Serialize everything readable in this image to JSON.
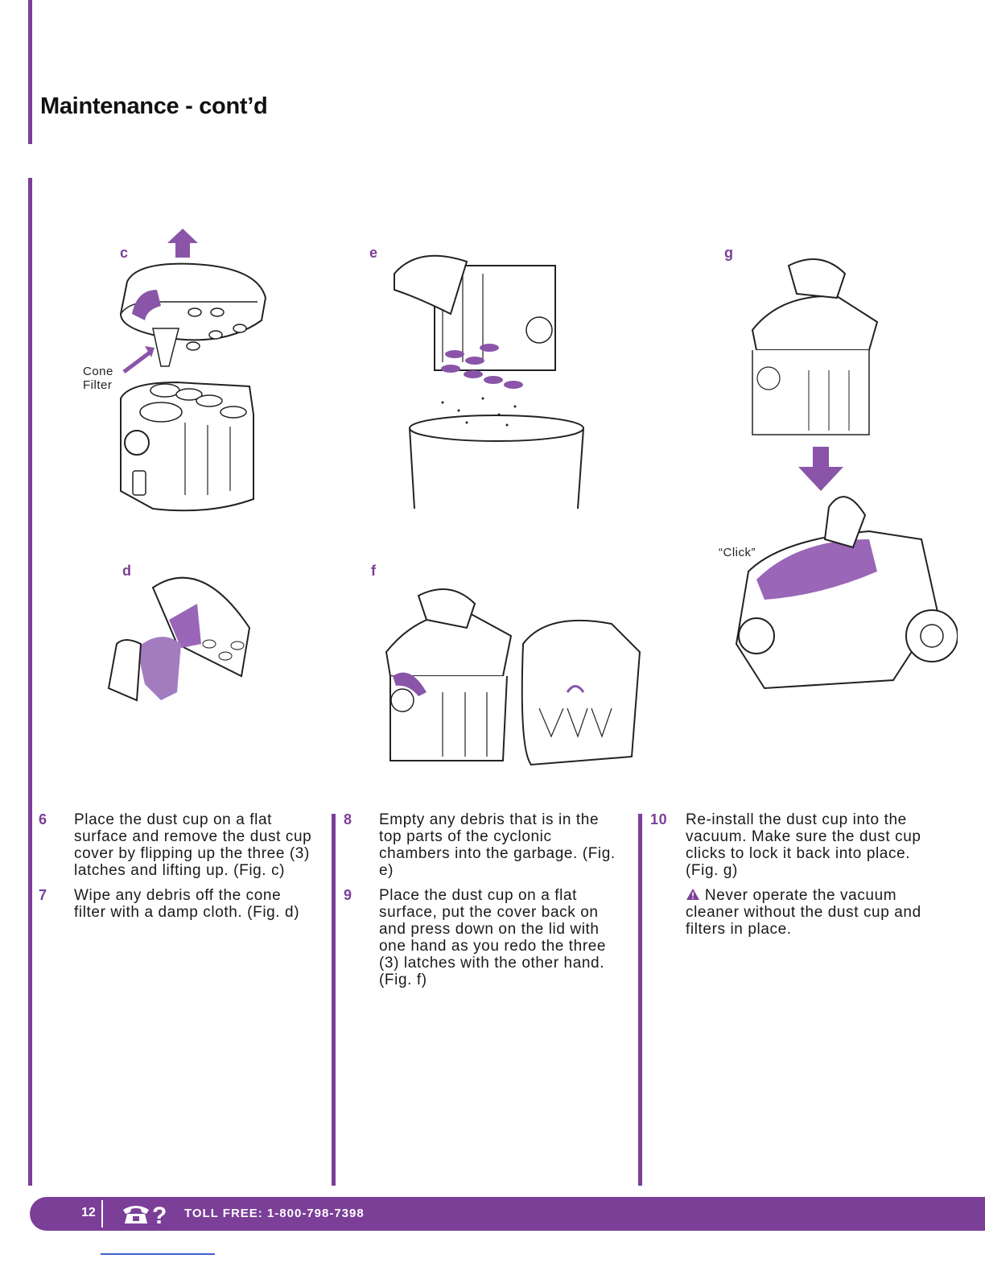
{
  "page": {
    "title": "Maintenance - cont’d",
    "accent_color": "#7b3f98"
  },
  "figures": {
    "c": {
      "letter": "c",
      "callout": [
        "Cone",
        "Filter"
      ]
    },
    "d": {
      "letter": "d"
    },
    "e": {
      "letter": "e"
    },
    "f": {
      "letter": "f"
    },
    "g": {
      "letter": "g",
      "callout": "“Click”"
    }
  },
  "columns": [
    {
      "steps": [
        {
          "num": "6",
          "text": "Place the dust cup on a flat surface and remove the dust cup cover by flipping up the three (3) latches and lifting up. (Fig. c)"
        },
        {
          "num": "7",
          "text": "Wipe any debris off the cone filter with a damp cloth. (Fig. d)"
        }
      ]
    },
    {
      "steps": [
        {
          "num": "8",
          "text": "Empty any debris that is in the top parts of the cyclonic chambers into the garbage. (Fig. e)"
        },
        {
          "num": "9",
          "text": "Place the dust cup on a flat surface, put the cover back on and press down on the lid with one hand as you redo the three (3) latches with the other hand. (Fig. f)"
        }
      ]
    },
    {
      "steps": [
        {
          "num": "10",
          "text": "Re-install the dust cup into the vacuum. Make sure the dust cup clicks to lock it back into place. (Fig. g)"
        }
      ],
      "warning": "Never operate the vacuum cleaner without the dust cup and filters in place."
    }
  ],
  "footer": {
    "page_number": "12",
    "phone_icon": "phone-question-icon",
    "toll_free": "TOLL FREE: 1-800-798-7398"
  }
}
